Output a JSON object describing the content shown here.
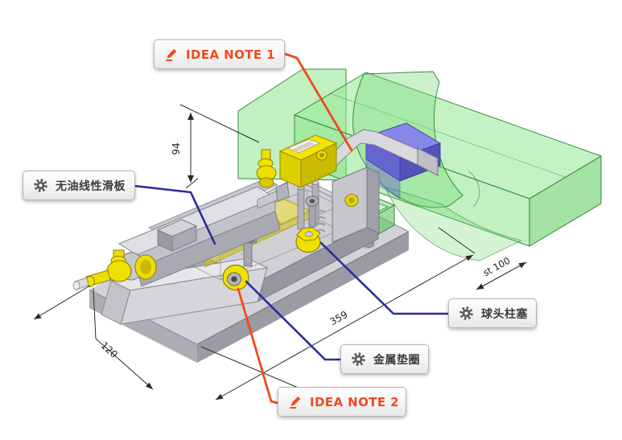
{
  "callouts": {
    "idea_note_1": {
      "label": "IDEA NOTE 1",
      "icon": "pencil"
    },
    "idea_note_2": {
      "label": "IDEA NOTE 2",
      "icon": "pencil"
    },
    "oil_free_linear_slide": {
      "label": "无油线性滑板",
      "icon": "gear"
    },
    "ball_plunger": {
      "label": "球头柱塞",
      "icon": "gear"
    },
    "metal_washer": {
      "label": "金属垫圈",
      "icon": "gear"
    }
  },
  "dimensions": {
    "height": "94",
    "depth": "120",
    "length": "359",
    "stroke": "st 100"
  },
  "colors": {
    "accent_orange": "#f4481c",
    "leader_blue": "#2b2b9e",
    "transparent_green": "#8ee58e",
    "workpiece_blue": "#7a7ade",
    "part_yellow": "#f0e000",
    "metal_gray": "#c8c8cc",
    "dimension_line": "#2a2a2a"
  }
}
